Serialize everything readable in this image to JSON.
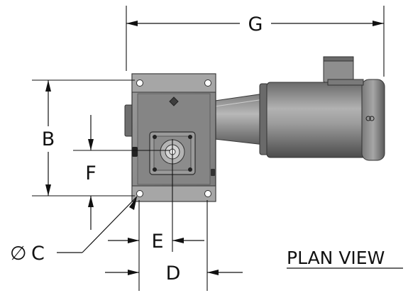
{
  "dimensions": {
    "g": "G",
    "b": "B",
    "f": "F",
    "c_symbol": "∅",
    "c": "C",
    "e": "E",
    "d": "D"
  },
  "view_title": "PLAN VIEW",
  "colors": {
    "line": "#111111",
    "housing": "#8a8a8a",
    "housing_dark": "#5e5e5e",
    "housing_light": "#b4b4b4",
    "motor": "#7d7d7d",
    "motor_light": "#a8a8a8",
    "motor_dark": "#4f4f4f"
  }
}
